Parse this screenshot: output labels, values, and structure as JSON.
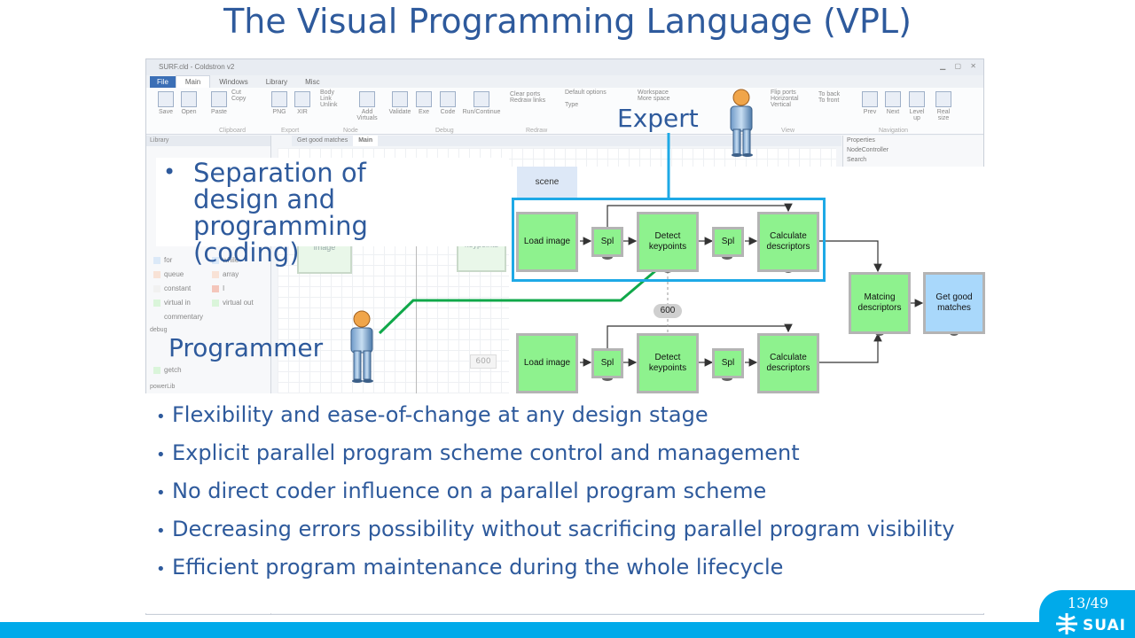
{
  "slide": {
    "title": "The Visual Programming Language (VPL)",
    "page_number": "13/49",
    "logo_text": "SUAI"
  },
  "app": {
    "window_title": "SURF.cld - Coldstron v2",
    "tabs": [
      "File",
      "Main",
      "Windows",
      "Library",
      "Misc"
    ],
    "ribbon": {
      "save": "Save",
      "open": "Open",
      "paste": "Paste",
      "cut": "Cut",
      "copy": "Copy",
      "png": "PNG",
      "xir": "XIR",
      "body": "Body",
      "link": "Link",
      "unlink": "Unlink",
      "add_virtuals": "Add Virtuals",
      "validate": "Validate",
      "exe": "Exe",
      "code": "Code",
      "run_continue": "Run/Continue",
      "clear_ports": "Clear ports",
      "redraw_links": "Redraw links",
      "default_options": "Default options",
      "type": "Type",
      "workspace": "Workspace",
      "more_space": "More space",
      "properties": "Properties",
      "flip_ports": "Flip ports",
      "horizontal": "Horizontal",
      "vertical": "Vertical",
      "to_back": "To back",
      "to_front": "To front",
      "prev": "Prev",
      "next": "Next",
      "level_up": "Level up",
      "real_size": "Real size",
      "group_clipboard": "Clipboard",
      "group_export": "Export",
      "group_node": "Node",
      "group_debug": "Debug",
      "group_redraw": "Redraw",
      "group_view": "View",
      "group_navigation": "Navigation"
    },
    "doc_tabs": [
      "Get good matches",
      "Main"
    ],
    "library_title": "Library",
    "library_items": [
      {
        "left": "for",
        "right": "while"
      },
      {
        "left": "queue",
        "right": "array"
      },
      {
        "left": "constant",
        "right": "I"
      },
      {
        "left": "virtual in",
        "right": "virtual out"
      },
      {
        "left": "commentary",
        "right": ""
      }
    ],
    "library_sections": [
      "debug",
      "powerLib"
    ],
    "library_extra": "getch",
    "properties_title": "Properties",
    "properties_sub": "NodeController",
    "properties_search": "Search",
    "ghost_nodes": {
      "image": "image",
      "keypoints": "etect keypoints"
    }
  },
  "overlay": {
    "separation_text": "Separation of design and programming (coding)",
    "scene": "scene",
    "expert": "Expert",
    "programmer": "Programmer",
    "badge": "600",
    "ghost_badge": "600"
  },
  "diagram": {
    "row1": [
      "Load image",
      "Spl",
      "Detect keypoints",
      "Spl",
      "Calculate descriptors"
    ],
    "row2": [
      "Load image",
      "Spl",
      "Detect keypoints",
      "Spl",
      "Calculate descriptors"
    ],
    "match": "Matcing descriptors",
    "get": "Get good matches"
  },
  "bullets": [
    "Flexibility and ease-of-change at any design stage",
    "Explicit parallel program scheme control and management",
    "No direct coder influence on a parallel program scheme",
    "Decreasing errors possibility without sacrificing parallel program visibility",
    "Efficient program maintenance during the whole lifecycle"
  ],
  "colors": {
    "title": "#2e5a9c",
    "accent": "#00aaea",
    "node_green": "#8ef28e",
    "node_blue": "#a9d8fb",
    "highlight": "#1ea9e6",
    "connector": "#10a84a"
  }
}
